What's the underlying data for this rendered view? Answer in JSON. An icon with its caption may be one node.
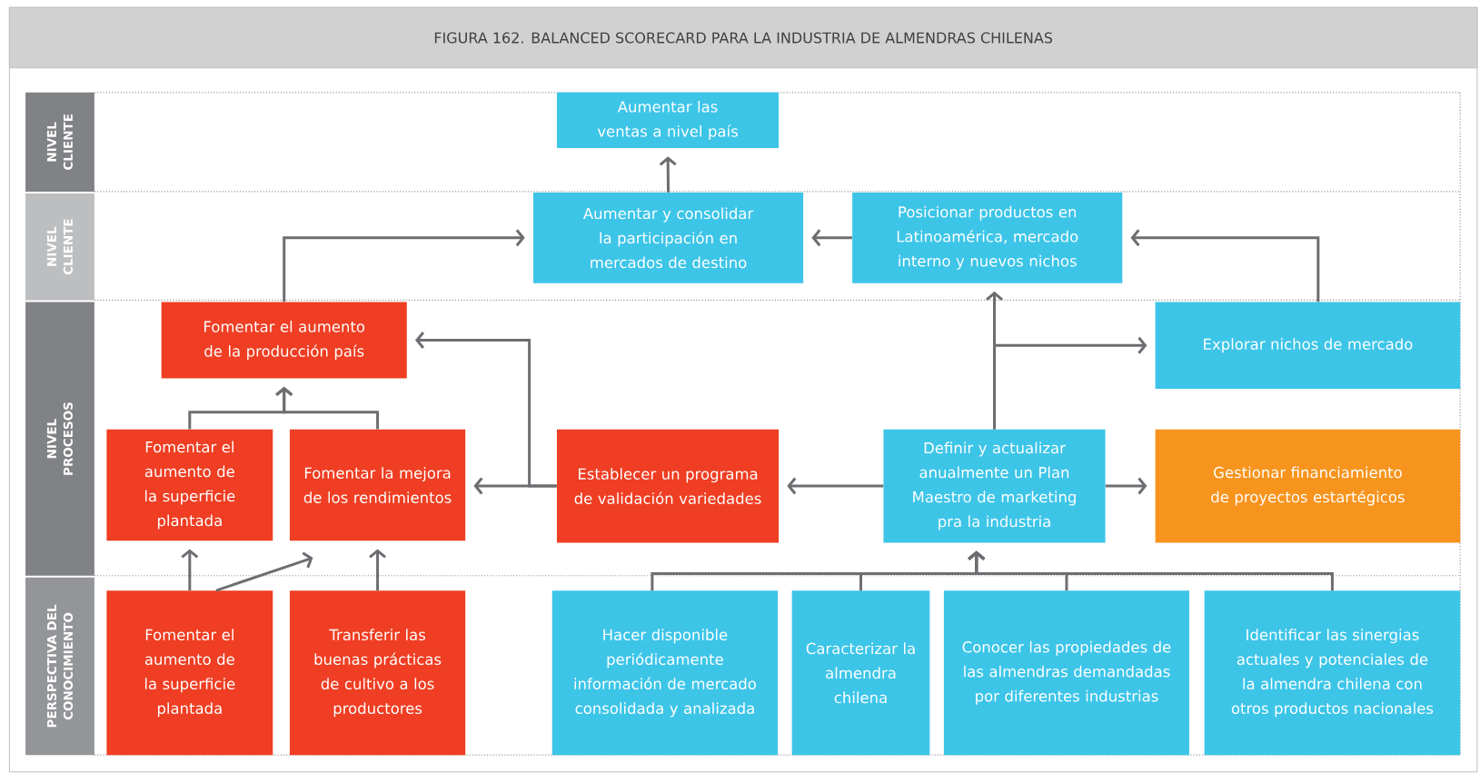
{
  "diagram": {
    "title": "FIGURA 162. BALANCED SCORECARD PARA LA INDUSTRIA DE ALMENDRAS CHILENAS",
    "nodes": [
      {
        "text": [
          "NIVEL CLIENTE"
        ]
      },
      {
        "text": [
          "NIVEL CLIENTE"
        ]
      },
      {
        "text": [
          "NIVEL PROCESOS"
        ]
      },
      {
        "text": [
          "PERSPECTIVA DEL CONOCIMIENTO"
        ]
      },
      {
        "text": [
          "Aumentar las ventas a nivel país"
        ]
      },
      {
        "text": [
          "Aumentar y consolidar la participación en mercados de destino"
        ]
      },
      {
        "text": [
          "Posicionar productos en Latinoamérica, mercado interno y nuevos nichos"
        ]
      },
      {
        "text": [
          "Fomentar el aumento de la producción país"
        ]
      },
      {
        "text": [
          "Explorar nichos de mercado"
        ]
      },
      {
        "text": [
          "Fomentar el aumento de la superficie plantada"
        ]
      },
      {
        "text": [
          "Fomentar la mejora de los rendimientos"
        ]
      },
      {
        "text": [
          "Establecer un programa de validación variedades"
        ]
      },
      {
        "text": [
          "Definir y actualizar anualmente un Plan Maestro de marketing pra la industria"
        ]
      },
      {
        "text": [
          "Gestionar financiamiento de proyectos estartégicos"
        ]
      },
      {
        "text": [
          "Fomentar el aumento de la superficie plantada"
        ]
      },
      {
        "text": [
          "Transferir las buenas prácticas de cultivo a los productores"
        ]
      },
      {
        "text": [
          "Hacer disponible periódicamente información de mercado consolidada y analizada"
        ]
      },
      {
        "text": [
          "Caracterizar la almendra chilena"
        ]
      },
      {
        "text": [
          "Conocer las propiedades de las almendras demandadas por diferentes industrias"
        ]
      },
      {
        "text": [
          "Identificar las sinergias actuales y potenciales de la almendra chilena con otros productos nacionales"
        ]
      }
    ],
    "edges": [
      {
        "from": 5,
        "to": 4,
        "arrow": "to"
      },
      {
        "from": 7,
        "to": 5,
        "arrow": "to"
      },
      {
        "from": 6,
        "to": 5,
        "arrow": "to"
      },
      {
        "from": 8,
        "to": 6,
        "arrow": "to"
      },
      {
        "from": 12,
        "to": 6,
        "arrow": "to"
      },
      {
        "from": 12,
        "to": 8,
        "arrow": "to"
      },
      {
        "from": 12,
        "to": 11,
        "arrow": "to"
      },
      {
        "from": 12,
        "to": 13,
        "arrow": "to"
      },
      {
        "from": 11,
        "to": 10,
        "arrow": "to"
      },
      {
        "from": 11,
        "to": 7,
        "arrow": "to"
      },
      {
        "from": 9,
        "to": 7,
        "arrow": "to"
      },
      {
        "from": 10,
        "to": 7,
        "arrow": "to"
      },
      {
        "from": 14,
        "to": 9,
        "arrow": "to"
      },
      {
        "from": 14,
        "to": 10,
        "arrow": "to"
      },
      {
        "from": 15,
        "to": 10,
        "arrow": "to"
      },
      {
        "from": 16,
        "to": 12,
        "arrow": "to"
      },
      {
        "from": 17,
        "to": 12,
        "arrow": "to"
      },
      {
        "from": 18,
        "to": 12,
        "arrow": "to"
      },
      {
        "from": 19,
        "to": 12,
        "arrow": "to"
      }
    ]
  }
}
